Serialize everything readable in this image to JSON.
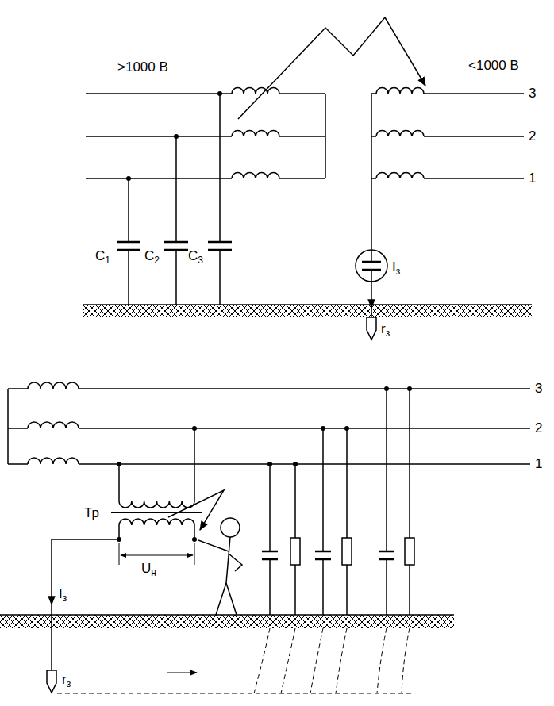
{
  "diagram": {
    "labels": [
      ">1000 В",
      "<1000 В",
      "3",
      "2",
      "1",
      "C1",
      "C2",
      "C3",
      "Iз",
      "rз",
      "3",
      "2",
      "1",
      "Тр",
      "Uн",
      "Iз",
      "rз"
    ]
  }
}
